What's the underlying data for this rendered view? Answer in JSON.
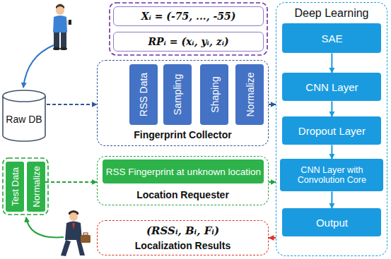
{
  "diagram": {
    "nodes": [
      {
        "text": [
          "Xᵢ = (-75, ..., -55)"
        ]
      },
      {
        "text": [
          "RPᵢ = (xᵢ, yᵢ, zᵢ)"
        ]
      },
      {
        "text": [
          "Raw DB"
        ]
      },
      {
        "text": [
          "Fingerprint Collector"
        ]
      },
      {
        "text": [
          "RSS Data"
        ],
        "in": 3
      },
      {
        "text": [
          "Sampling"
        ],
        "in": 3
      },
      {
        "text": [
          "Shaping"
        ],
        "in": 3
      },
      {
        "text": [
          "Normalize"
        ],
        "in": 3
      },
      {
        "text": [
          "Deep Learning"
        ]
      },
      {
        "text": [
          "SAE"
        ],
        "in": 8
      },
      {
        "text": [
          "CNN Layer"
        ],
        "in": 8
      },
      {
        "text": [
          "Dropout Layer"
        ],
        "in": 8
      },
      {
        "text": [
          "CNN Layer with Convolution Core"
        ],
        "in": 8
      },
      {
        "text": [
          "Output"
        ],
        "in": 8
      },
      {
        "text": [
          "Location Requester"
        ]
      },
      {
        "text": [
          "RSS Fingerprint at unknown location"
        ],
        "in": 14
      },
      {
        "text": [
          "Test Data"
        ]
      },
      {
        "text": [
          "Normalize"
        ]
      },
      {
        "text": [
          "(RSSᵢ, Bᵢ, Fᵢ)",
          "Localization Results"
        ]
      }
    ],
    "edges": [
      {
        "from": 2,
        "to": 3,
        "arrow": "to"
      },
      {
        "from": 3,
        "to": 8,
        "arrow": "to"
      },
      {
        "from": 9,
        "to": 10,
        "arrow": "to"
      },
      {
        "from": 10,
        "to": 11,
        "arrow": "to"
      },
      {
        "from": 11,
        "to": 12,
        "arrow": "to"
      },
      {
        "from": 12,
        "to": 13,
        "arrow": "to"
      },
      {
        "from": 17,
        "to": 14,
        "arrow": "to"
      },
      {
        "from": 14,
        "to": 8,
        "arrow": "to"
      },
      {
        "from": 8,
        "to": 18,
        "arrow": "to"
      }
    ]
  }
}
